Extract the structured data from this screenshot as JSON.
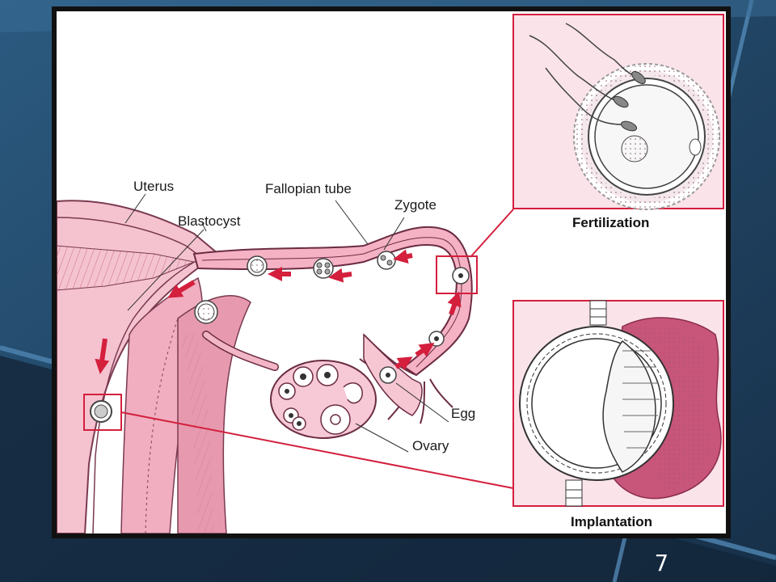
{
  "labels": {
    "uterus": "Uterus",
    "fallopian_tube": "Fallopian tube",
    "zygote": "Zygote",
    "blastocyst": "Blastocyst",
    "egg": "Egg",
    "ovary": "Ovary"
  },
  "insets": {
    "fertilization": "Fertilization",
    "implantation": "Implantation"
  },
  "slide": {
    "page_number": "7"
  },
  "colors": {
    "tissue_pink": "#f3b6c6",
    "tissue_dark": "#d97a97",
    "arrow_red": "#d41f3d",
    "inset_bg": "#fbe3ea",
    "slide_bg": "#1f3d5c"
  }
}
